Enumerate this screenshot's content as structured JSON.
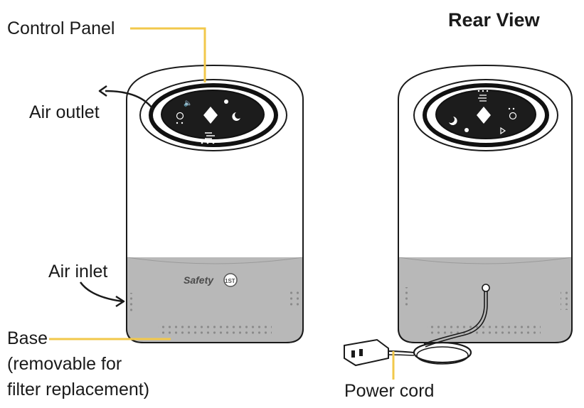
{
  "labels": {
    "control_panel": "Control Panel",
    "air_outlet": "Air outlet",
    "air_inlet": "Air inlet",
    "base_line1": "Base",
    "base_line2": "(removable for",
    "base_line3": "filter replacement)",
    "power_cord": "Power cord",
    "rear_view": "Rear View"
  },
  "brand": {
    "wordmark": "Safety",
    "badge": "1ST"
  },
  "colors": {
    "leader_line": "#f2c84b",
    "body": "#ffffff",
    "base": "#b5b5b5",
    "outline": "#1a1a1a",
    "panel": "#1c1c1c"
  }
}
